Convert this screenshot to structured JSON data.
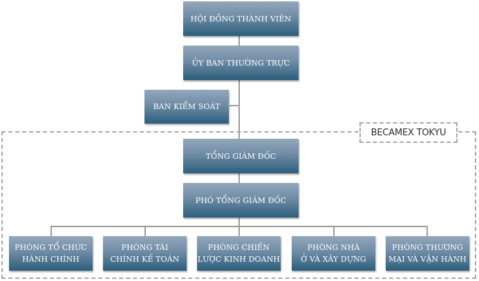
{
  "colors": {
    "box_top": "#93a7bb",
    "box_bottom": "#2b5e7c",
    "box_text": "#ffffff",
    "connector": "#9b9b9b",
    "frame": "#a8a8a8"
  },
  "org_chart": {
    "board": "HỘI ĐỒNG THÀNH VIÊN",
    "standing_committee": "ỦY BAN THƯỜNG TRỰC",
    "supervisory_board": "BAN KIỂM SOÁT",
    "company_name": "BECAMEX TOKYU",
    "general_director": "TỔNG GIÁM ĐỐC",
    "deputy_general_director": "PHÓ TỔNG GIÁM ĐỐC",
    "departments": [
      {
        "label": "PHÒNG TỔ CHỨC\nHÀNH CHÍNH"
      },
      {
        "label": "PHÒNG TÀI\nCHÍNH KẾ TOÁN"
      },
      {
        "label": "PHÒNG CHIẾN\nLƯỢC KINH DOANH"
      },
      {
        "label": "PHÒNG NHÀ\nỞ VÀ XÂY DỰNG"
      },
      {
        "label": "PHÒNG THƯƠNG\nMẠI VÀ VẬN HÀNH"
      }
    ]
  }
}
